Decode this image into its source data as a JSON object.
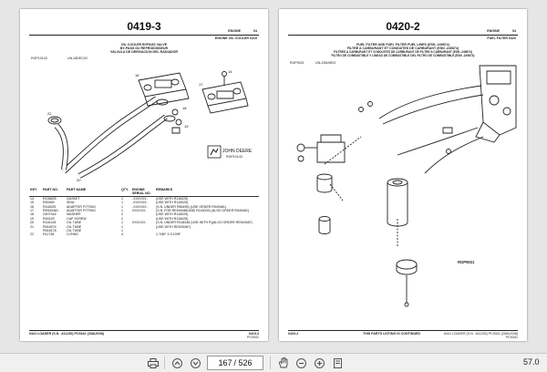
{
  "left_page": {
    "page_number": "0419-3",
    "header_section": "ENGINE",
    "header_code": "04",
    "header_subtitle": "ENGINE OIL COOLER 0419",
    "title_lines": [
      "OIL COOLER BYPASS VALVE",
      "BY-PASS DU REFROIDISSEUR",
      "VALVULA DE DERIVACION DEL RADIADOR"
    ],
    "ref_left": "RGP10143",
    "ref_code": "UN-18DEC02",
    "logo_text": "JOHN DEERE",
    "figure_ref": "RGP10143",
    "table": {
      "headers": [
        "KEY",
        "PART NO.",
        "PART NAME",
        "QTY.",
        "ENGINE SERIAL NO.",
        "REMARKS"
      ],
      "rows": [
        [
          "14",
          "R106825",
          "GASKET",
          "1",
          "-XXXXXX-",
          "(USE WITH R116025)"
        ],
        [
          "15",
          "R50469",
          "SEAL",
          "1",
          "-XXXXXX-",
          "(USE WITH R116025)"
        ],
        [
          "16",
          "R116025",
          "ADAPTER FITTING",
          "1",
          "-XXXXXX-",
          "(S.N. UNDER R85495) (USE ORDER R549481)"
        ],
        [
          "17",
          "RE549481",
          "ADAPTER FITTING",
          "1",
          "XXXXXX-",
          "(S.N. FOR RE549488 AND R116025) (ALSO ORDER R549481)"
        ],
        [
          "",
          "",
          "",
          "",
          "",
          ""
        ],
        [
          "18",
          "24H7344",
          "WASHER",
          "2",
          "",
          "(USE WITH R116025)"
        ],
        [
          "19",
          "R40229",
          "CAP SCREW",
          "2",
          "",
          "(USE WITH R116025)"
        ],
        [
          "20",
          "R116128",
          "OIL TUBE",
          "1",
          "XXXXXX-",
          "(S.N. UNDER R118348 (USE WITH R)(ALSO ORDER RE549487)"
        ],
        [
          "21",
          "R518374",
          "OIL TUBE",
          "1",
          "",
          "(USE WITH RE549487)"
        ],
        [
          "",
          "R518178",
          "OIL TUBE",
          "1",
          "",
          ""
        ],
        [
          "22",
          "R11738",
          "O-RING",
          "4",
          "",
          "1-7/8IF X 0.109F"
        ]
      ]
    },
    "footer_left": "644J LOADER (S.N. -611230)   PC9341   (25AUG08)",
    "footer_right": "0419-3",
    "footer_sub": "PC9341"
  },
  "right_page": {
    "page_number": "0420-2",
    "header_section": "ENGINE",
    "header_code": "04",
    "header_subtitle": "FUEL FILTER 0420",
    "title_lines": [
      "FUEL FILTER AND FUEL FILTER FUEL LINES (ESN -249874)",
      "FILTRE A CARBURANT ET CONDUITES DE CARBURANT (ESN -249874)",
      "FILTRES A CARBURANT ET CONDUITES DE CARBURANT DE FILTRE A CARBURANT (ESN -249874)",
      "FILTRO DE COMBUSTIBLE Y LINEAS DE COMBUSTIBLE DEL FILTRO DE COMBUSTIBLE (ESN -249874)"
    ],
    "ref_left": "RGP9021",
    "ref_code": "UN-23MAR02",
    "figure_ref": "RGP9021",
    "footer_left": "0420-2",
    "footer_center": "THIS PARTS LISTING IS CONTINUED",
    "footer_right": "644J LOADER (S.N. -611230)   PC9341   (25AUG08)",
    "footer_sub": "PC9341"
  },
  "toolbar": {
    "current_page": "167",
    "total_pages": "/ 526",
    "zoom": "57.0",
    "icons": [
      "print-icon",
      "page-up-icon",
      "page-down-icon",
      "zoom-out-icon",
      "zoom-in-icon",
      "fit-page-icon",
      "hand-tool-icon"
    ]
  }
}
